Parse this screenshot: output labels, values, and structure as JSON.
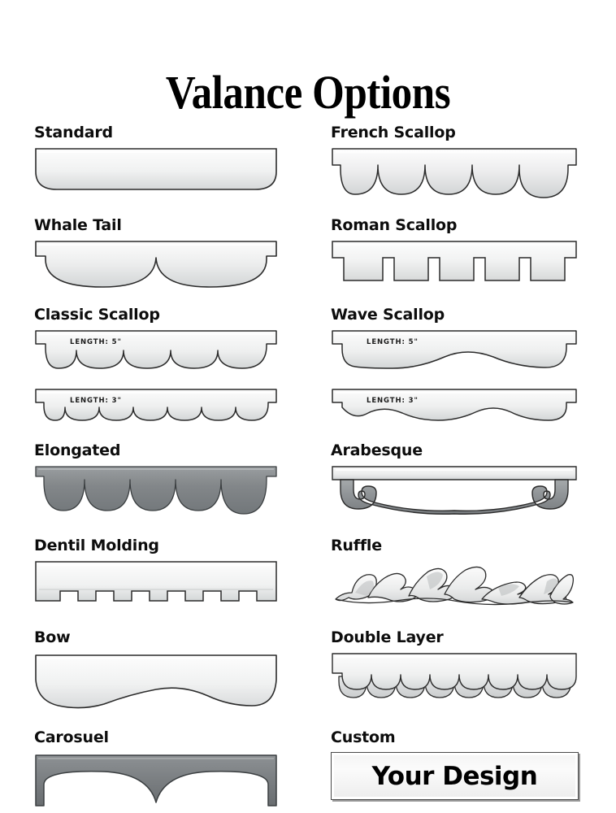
{
  "document": {
    "title": "Valance Options"
  },
  "colors": {
    "outline": "#2b2b2b",
    "light_fill_top": "#fdfdfd",
    "light_fill_bottom": "#d8dadb",
    "mid_gray": "#8d9194",
    "dark_gray": "#6f7376",
    "page_background": "#ffffff",
    "text": "#000000"
  },
  "options": [
    {
      "id": "standard",
      "label": "Standard",
      "column": "left",
      "row": 1,
      "style": "light",
      "description": "Flat top with rounded bottom corners"
    },
    {
      "id": "french-scallop",
      "label": "French Scallop",
      "column": "right",
      "row": 1,
      "style": "light",
      "description": "Five deep round scallops below a straight band",
      "scallop_count": 5
    },
    {
      "id": "whale-tail",
      "label": "Whale Tail",
      "column": "left",
      "row": 2,
      "style": "light",
      "description": "Two wide shallow scallops meeting at a center point",
      "scallop_count": 2
    },
    {
      "id": "roman-scallop",
      "label": "Roman Scallop",
      "column": "right",
      "row": 2,
      "style": "light",
      "description": "Square castellated notches along the bottom edge",
      "notch_count": 4
    },
    {
      "id": "classic-scallop",
      "label": "Classic Scallop",
      "column": "left",
      "row": 3,
      "style": "light",
      "description": "Repeating round scallops, shown in two drop lengths",
      "variants": [
        {
          "length_label": "LENGTH: 5\"",
          "scallop_count": 5
        },
        {
          "length_label": "LENGTH: 3\"",
          "scallop_count": 7
        }
      ]
    },
    {
      "id": "wave-scallop",
      "label": "Wave Scallop",
      "column": "right",
      "row": 3,
      "style": "light",
      "description": "Gentle sine wave bottom edge, shown in two drop lengths",
      "variants": [
        {
          "length_label": "LENGTH: 5\"",
          "wave_count": 3
        },
        {
          "length_label": "LENGTH: 3\"",
          "wave_count": 4
        }
      ]
    },
    {
      "id": "elongated",
      "label": "Elongated",
      "column": "left",
      "row": 4,
      "style": "dark",
      "description": "Long narrow U shaped lobes hanging from a thin rail",
      "lobe_count": 5
    },
    {
      "id": "arabesque",
      "label": "Arabesque",
      "column": "right",
      "row": 4,
      "style": "mixed",
      "description": "Sweeping curved band that scrolls upward at each end"
    },
    {
      "id": "dentil-molding",
      "label": "Dentil Molding",
      "column": "left",
      "row": 5,
      "style": "light",
      "description": "Deep rectangular panel with small square dentil teeth",
      "tooth_count": 7
    },
    {
      "id": "ruffle",
      "label": "Ruffle",
      "column": "right",
      "row": 5,
      "style": "light",
      "description": "Soft gathered fabric folds with overlapping ruffles"
    },
    {
      "id": "bow",
      "label": "Bow",
      "column": "left",
      "row": 6,
      "style": "light",
      "description": "Drops low at the sides and arcs upward in the center"
    },
    {
      "id": "double-layer",
      "label": "Double Layer",
      "column": "right",
      "row": 6,
      "style": "light",
      "description": "Two offset rows of small scallops beneath a band",
      "scallop_count": 8
    },
    {
      "id": "carosuel",
      "label": "Carosuel",
      "column": "left",
      "row": 7,
      "style": "dark",
      "description": "Two large arches meeting at a center point",
      "arch_count": 2
    },
    {
      "id": "custom",
      "label": "Custom",
      "column": "right",
      "row": 7,
      "style": "plaque",
      "plaque_text": "Your Design",
      "description": "Blank plaque reading Your Design"
    }
  ]
}
